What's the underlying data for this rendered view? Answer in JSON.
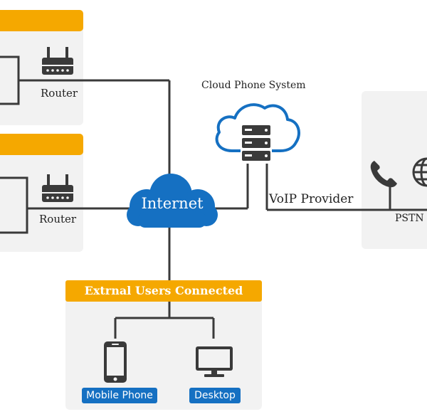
{
  "nodes": {
    "router_top": "Router",
    "router_mid": "Router",
    "internet": "Internet",
    "cloud_phone_system": "Cloud Phone System",
    "voip_provider": "VoIP Provider",
    "pstn": "PSTN",
    "external_users": "Extrnal Users Connected",
    "mobile_phone": "Mobile Phone",
    "desktop": "Desktop"
  },
  "icons": {
    "router": "router-icon",
    "server": "server-icon",
    "cloud": "cloud-icon",
    "phone": "telephone-icon",
    "globe": "globe-icon",
    "mobile": "mobile-phone-icon",
    "desktop": "desktop-monitor-icon"
  },
  "colors": {
    "orange": "#f5a800",
    "blue": "#1570c2",
    "panel": "#f2f2f2",
    "line": "#3a3a3a"
  }
}
